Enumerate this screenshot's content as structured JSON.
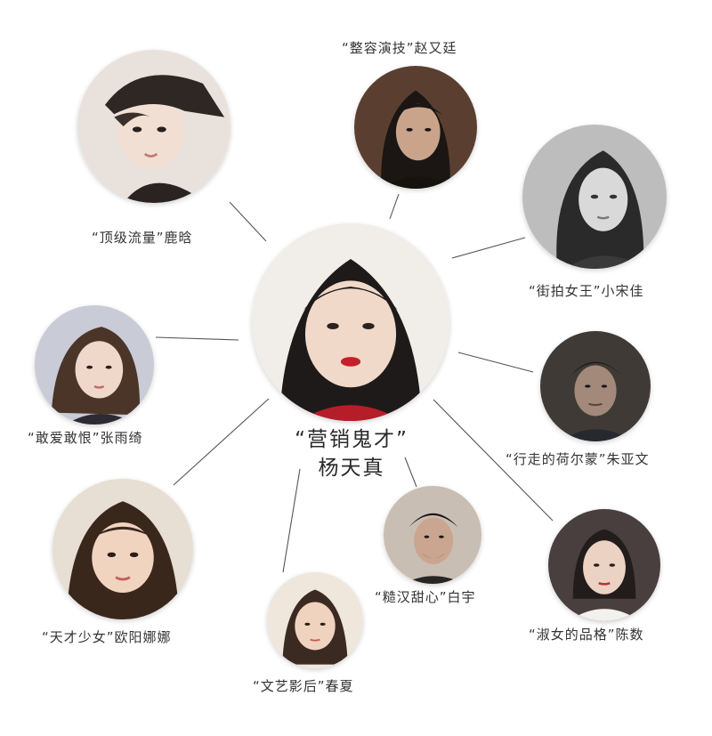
{
  "center": {
    "nickname": "“营销鬼才”",
    "name": "杨天真"
  },
  "people": [
    {
      "key": "luhan",
      "nickname": "“顶级流量”",
      "name": "鹿晗",
      "tone": "#e8ddd3",
      "hair": "#2e2724"
    },
    {
      "key": "zhao",
      "nickname": "“整容演技”",
      "name": "赵又廷",
      "tone": "#8b6a55",
      "hair": "#1b1613"
    },
    {
      "key": "song",
      "nickname": "“街拍女王”",
      "name": "小宋佳",
      "tone": "#cfcfcf",
      "hair": "#2a2a2a"
    },
    {
      "key": "zhangyq",
      "nickname": "“敢爱敢恨”",
      "name": "张雨绮",
      "tone": "#e6d0c0",
      "hair": "#4a3528"
    },
    {
      "key": "zhu",
      "nickname": "“行走的荷尔蒙”",
      "name": "朱亚文",
      "tone": "#6e6258",
      "hair": "#1c1a18"
    },
    {
      "key": "ouyang",
      "nickname": "“天才少女”",
      "name": "欧阳娜娜",
      "tone": "#d9b49a",
      "hair": "#3a271c"
    },
    {
      "key": "chunxia",
      "nickname": "“文艺影后”",
      "name": "春夏",
      "tone": "#d8b39c",
      "hair": "#3b2a22"
    },
    {
      "key": "baiyu",
      "nickname": "“糙汉甜心”",
      "name": "白宇",
      "tone": "#9a8271",
      "hair": "#1d1815"
    },
    {
      "key": "chenshu",
      "nickname": "“淑女的品格”",
      "name": "陈数",
      "tone": "#6b5e5e",
      "hair": "#221c1c"
    }
  ]
}
